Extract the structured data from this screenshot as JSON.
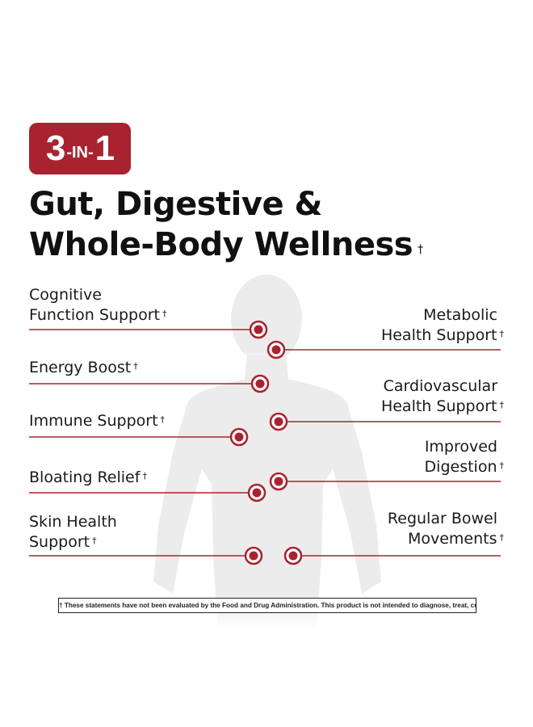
{
  "badge": {
    "big1": "3",
    "small": "-IN-",
    "big2": "1"
  },
  "headline": {
    "line1": "Gut, Digestive &",
    "line2": "Whole-Body Wellness",
    "dagger": "†"
  },
  "benefits_left": [
    {
      "line1": "Cognitive",
      "line2": "Function Support",
      "dagger": "†"
    },
    {
      "line1": "Energy Boost",
      "dagger": "†"
    },
    {
      "line1": "Immune Support",
      "dagger": "†"
    },
    {
      "line1": "Bloating Relief",
      "dagger": "†"
    },
    {
      "line1": "Skin Health",
      "line2": "Support",
      "dagger": "†"
    }
  ],
  "benefits_right": [
    {
      "line1": "Metabolic",
      "line2": "Health Support",
      "dagger": "†"
    },
    {
      "line1": "Cardiovascular",
      "line2": "Health Support",
      "dagger": "†"
    },
    {
      "line1": "Improved",
      "line2": "Digestion",
      "dagger": "†"
    },
    {
      "line1": "Regular Bowel",
      "line2": "Movements",
      "dagger": "†"
    }
  ],
  "disclaimer": "† These statements have not been evaluated by the Food and Drug Administration. This product is not intended to diagnose, treat, cure or prevent any disease.",
  "colors": {
    "accent": "#a8232f",
    "silhouette": "#ececec",
    "text": "#111111"
  }
}
